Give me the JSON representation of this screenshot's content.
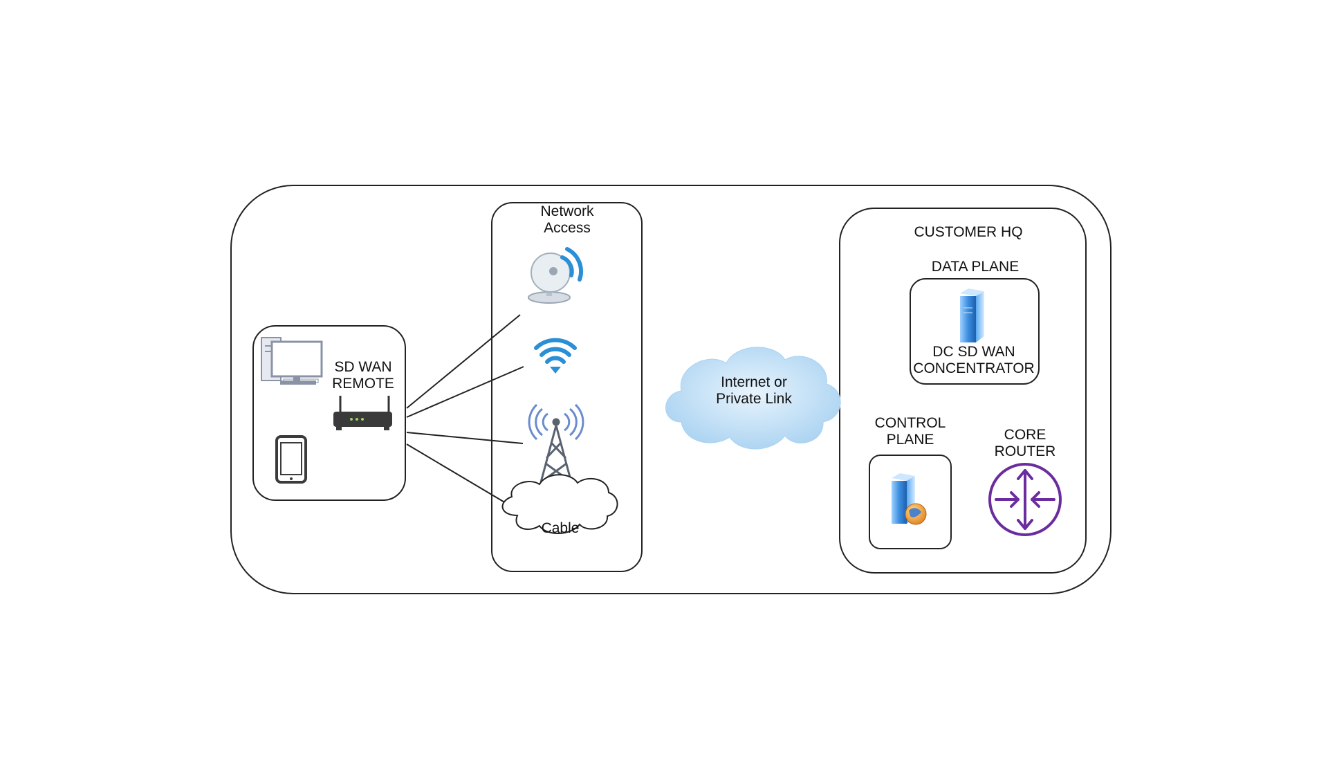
{
  "diagram": {
    "remote": {
      "label_line1": "SD WAN",
      "label_line2": "REMOTE"
    },
    "network_access": {
      "title_line1": "Network",
      "title_line2": "Access",
      "items": [
        "satellite-dish-icon",
        "wifi-icon",
        "cell-tower-icon",
        "cable-cloud"
      ],
      "cable_label": "Cable"
    },
    "internet": {
      "line1": "Internet or",
      "line2": "Private Link"
    },
    "customer_hq": {
      "title": "CUSTOMER HQ",
      "data_plane": {
        "title": "DATA PLANE",
        "line1": "DC SD WAN",
        "line2": "CONCENTRATOR"
      },
      "control_plane": {
        "line1": "CONTROL",
        "line2": "PLANE"
      },
      "core_router": {
        "line1": "CORE",
        "line2": "ROUTER"
      }
    }
  },
  "colors": {
    "outline": "#222222",
    "wifi_blue": "#2a8fd6",
    "cloud_blue": "#bcdcf4",
    "router_purple": "#6a2c9e",
    "server_blue": "#3d8fe0"
  }
}
